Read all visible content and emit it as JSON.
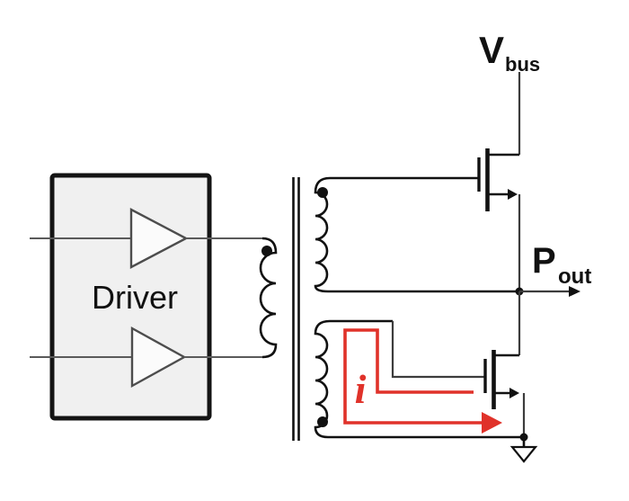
{
  "labels": {
    "driver": "Driver",
    "vbus_main": "V",
    "vbus_sub": "bus",
    "pout_main": "P",
    "pout_sub": "out",
    "current": "i"
  },
  "colors": {
    "current_red": "#e0322a",
    "wire_gray": "#5a5a5a",
    "wire_dark": "#3c3c3c",
    "ink_black": "#111111",
    "driver_box_fill": "#f0f0f0"
  }
}
